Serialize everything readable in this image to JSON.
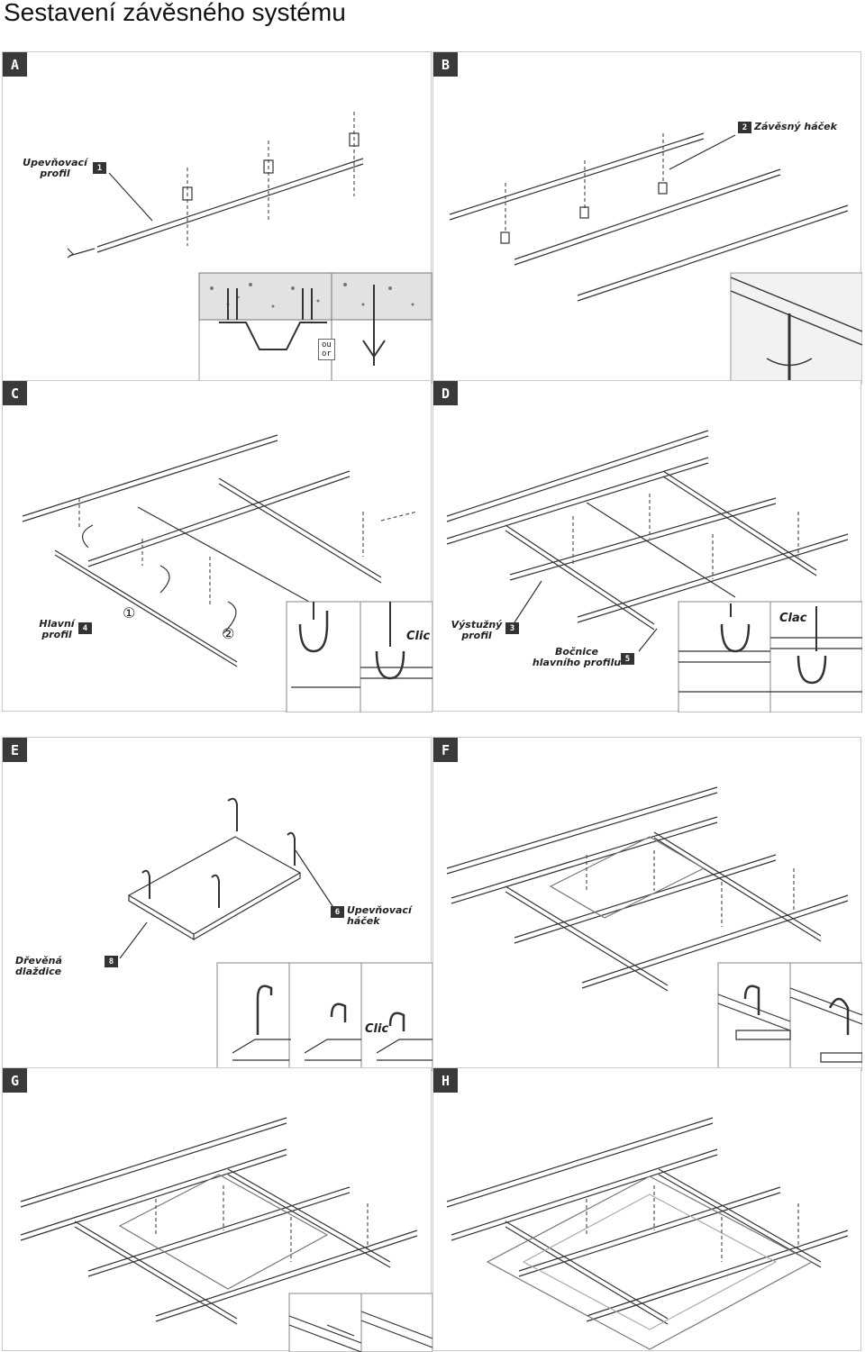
{
  "page": {
    "title": "Sestavení závěsného systému"
  },
  "panels": {
    "A": {
      "letter": "A",
      "label_upevnovaci_profil": "Upevňovací profil",
      "num_1": "1",
      "inset_ou": "ou",
      "inset_or": "or"
    },
    "B": {
      "letter": "B",
      "label_zavesny_hacek": "Závěsný háček",
      "num_2": "2"
    },
    "C": {
      "letter": "C",
      "label_hlavni_profil": "Hlavní profil",
      "num_4": "4",
      "step_1": "①",
      "step_2": "②",
      "clic": "Clic"
    },
    "D": {
      "letter": "D",
      "label_vystuzny_profil": "Výstužný profil",
      "num_3": "3",
      "label_bocnice": "Bočnice hlavního profilu",
      "num_5": "5",
      "clac": "Clac"
    },
    "E": {
      "letter": "E",
      "label_upevnovaci_hacek": "Upevňovací háček",
      "num_6": "6",
      "label_drevena_dlazdice": "Dřevěná dlaždice",
      "num_8": "8",
      "clic": "Clic"
    },
    "F": {
      "letter": "F"
    },
    "G": {
      "letter": "G"
    },
    "H": {
      "letter": "H"
    }
  }
}
